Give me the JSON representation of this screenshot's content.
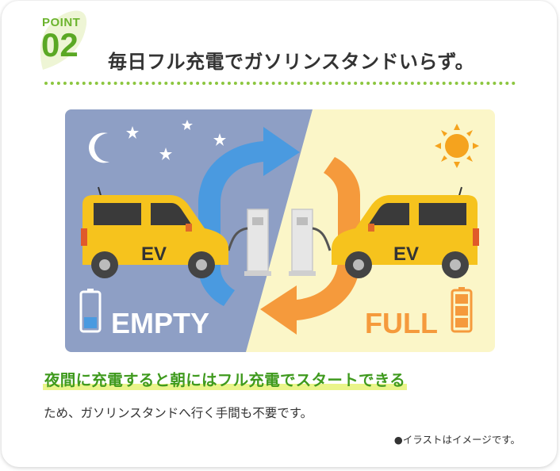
{
  "point": {
    "label": "POINT",
    "number": "02"
  },
  "headline": "毎日フル充電でガソリンスタンドいらず。",
  "illustration": {
    "empty_label": "EMPTY",
    "full_label": "FULL",
    "car_label": "EV",
    "empty_battery_level": 0.3,
    "full_battery_level": 1.0,
    "night_color": "#8e9fc5",
    "day_color": "#fbf6c8",
    "car_color": "#f6c31d",
    "arrow_blue": "#4a9ae0",
    "arrow_orange": "#f59a3c",
    "sun_color": "#f5a31e",
    "icons": [
      "moon-icon",
      "star-icon",
      "sun-icon",
      "battery-icon",
      "charger-icon",
      "ev-car-icon",
      "cycle-arrow-icon"
    ]
  },
  "subheadline": "夜間に充電すると朝にはフル充電でスタートできる",
  "body": "ため、ガソリンスタンドへ行く手間も不要です。",
  "note": "●イラストはイメージです。",
  "colors": {
    "accent": "#5aa824",
    "highlight": "#eaf48a",
    "dots": "#8cc63f"
  }
}
